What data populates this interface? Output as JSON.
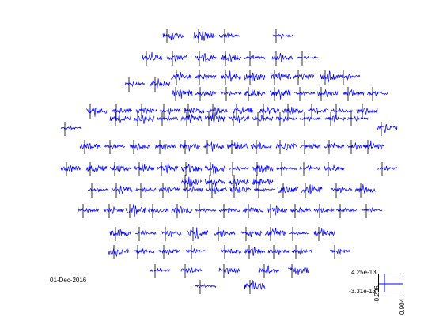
{
  "date_label": "01-Dec-2016",
  "colors": {
    "trace": "#0000ff",
    "axis": "#000000"
  },
  "chart_data": {
    "type": "line",
    "title": "",
    "layout": "topographic sensor array",
    "sensor_count": 148,
    "scale_legend": {
      "y_max": "4.25e-13",
      "y_min": "-3.31e-13",
      "x_min": "-0.296",
      "x_max": "0.904"
    },
    "xlim": [
      -0.296,
      0.904
    ],
    "ylim": [
      -3.31e-13,
      4.25e-13
    ]
  }
}
